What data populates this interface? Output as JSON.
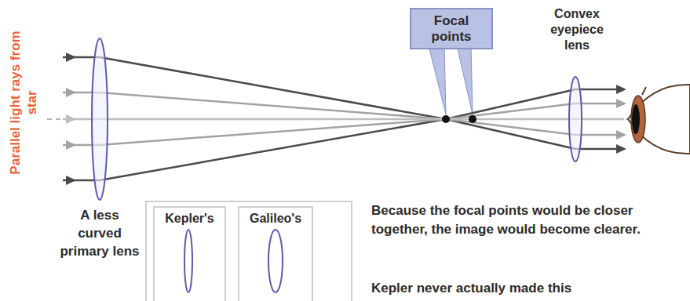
{
  "diagram": {
    "nodes": [
      {
        "text": [
          "Focal points"
        ]
      },
      {
        "text": [
          "Kepler's"
        ]
      },
      {
        "text": [
          "Galileo's"
        ]
      }
    ],
    "labels": [
      "Parallel light rays from star",
      "Convex eyepiece lens",
      "A less curved primary lens",
      "Because the focal points would be closer together, the image would become clearer.",
      "Kepler never actually made this"
    ]
  }
}
